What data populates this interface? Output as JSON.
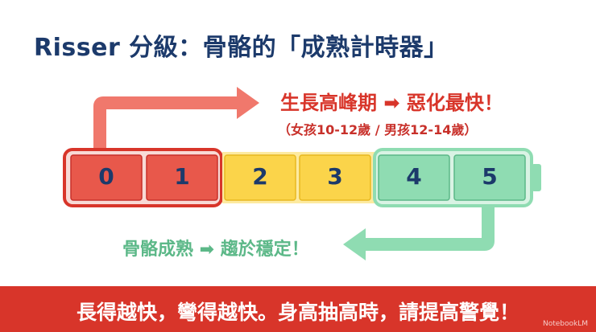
{
  "title": "Risser 分級：骨骼的「成熟計時器」",
  "red_callout": {
    "text": "生長高峰期 ➡ 惡化最快！",
    "subtext": "（女孩10-12歲 / 男孩12-14歲）"
  },
  "green_callout": {
    "text": "骨骼成熟 ➡ 趨於穩定！"
  },
  "stages": [
    {
      "label": "0",
      "zone": "red"
    },
    {
      "label": "1",
      "zone": "red"
    },
    {
      "label": "2",
      "zone": "yellow"
    },
    {
      "label": "3",
      "zone": "yellow"
    },
    {
      "label": "4",
      "zone": "green"
    },
    {
      "label": "5",
      "zone": "green"
    }
  ],
  "banner": {
    "text": "長得越快，彎得越快。身高抽高時，請提高警覺！",
    "watermark": "NotebookLM"
  },
  "colors": {
    "red": "#e8584b",
    "red_dark": "#d8352a",
    "yellow": "#fbd44a",
    "green": "#8fdcb2",
    "green_dark": "#5cb888",
    "navy": "#1c3a6b"
  }
}
